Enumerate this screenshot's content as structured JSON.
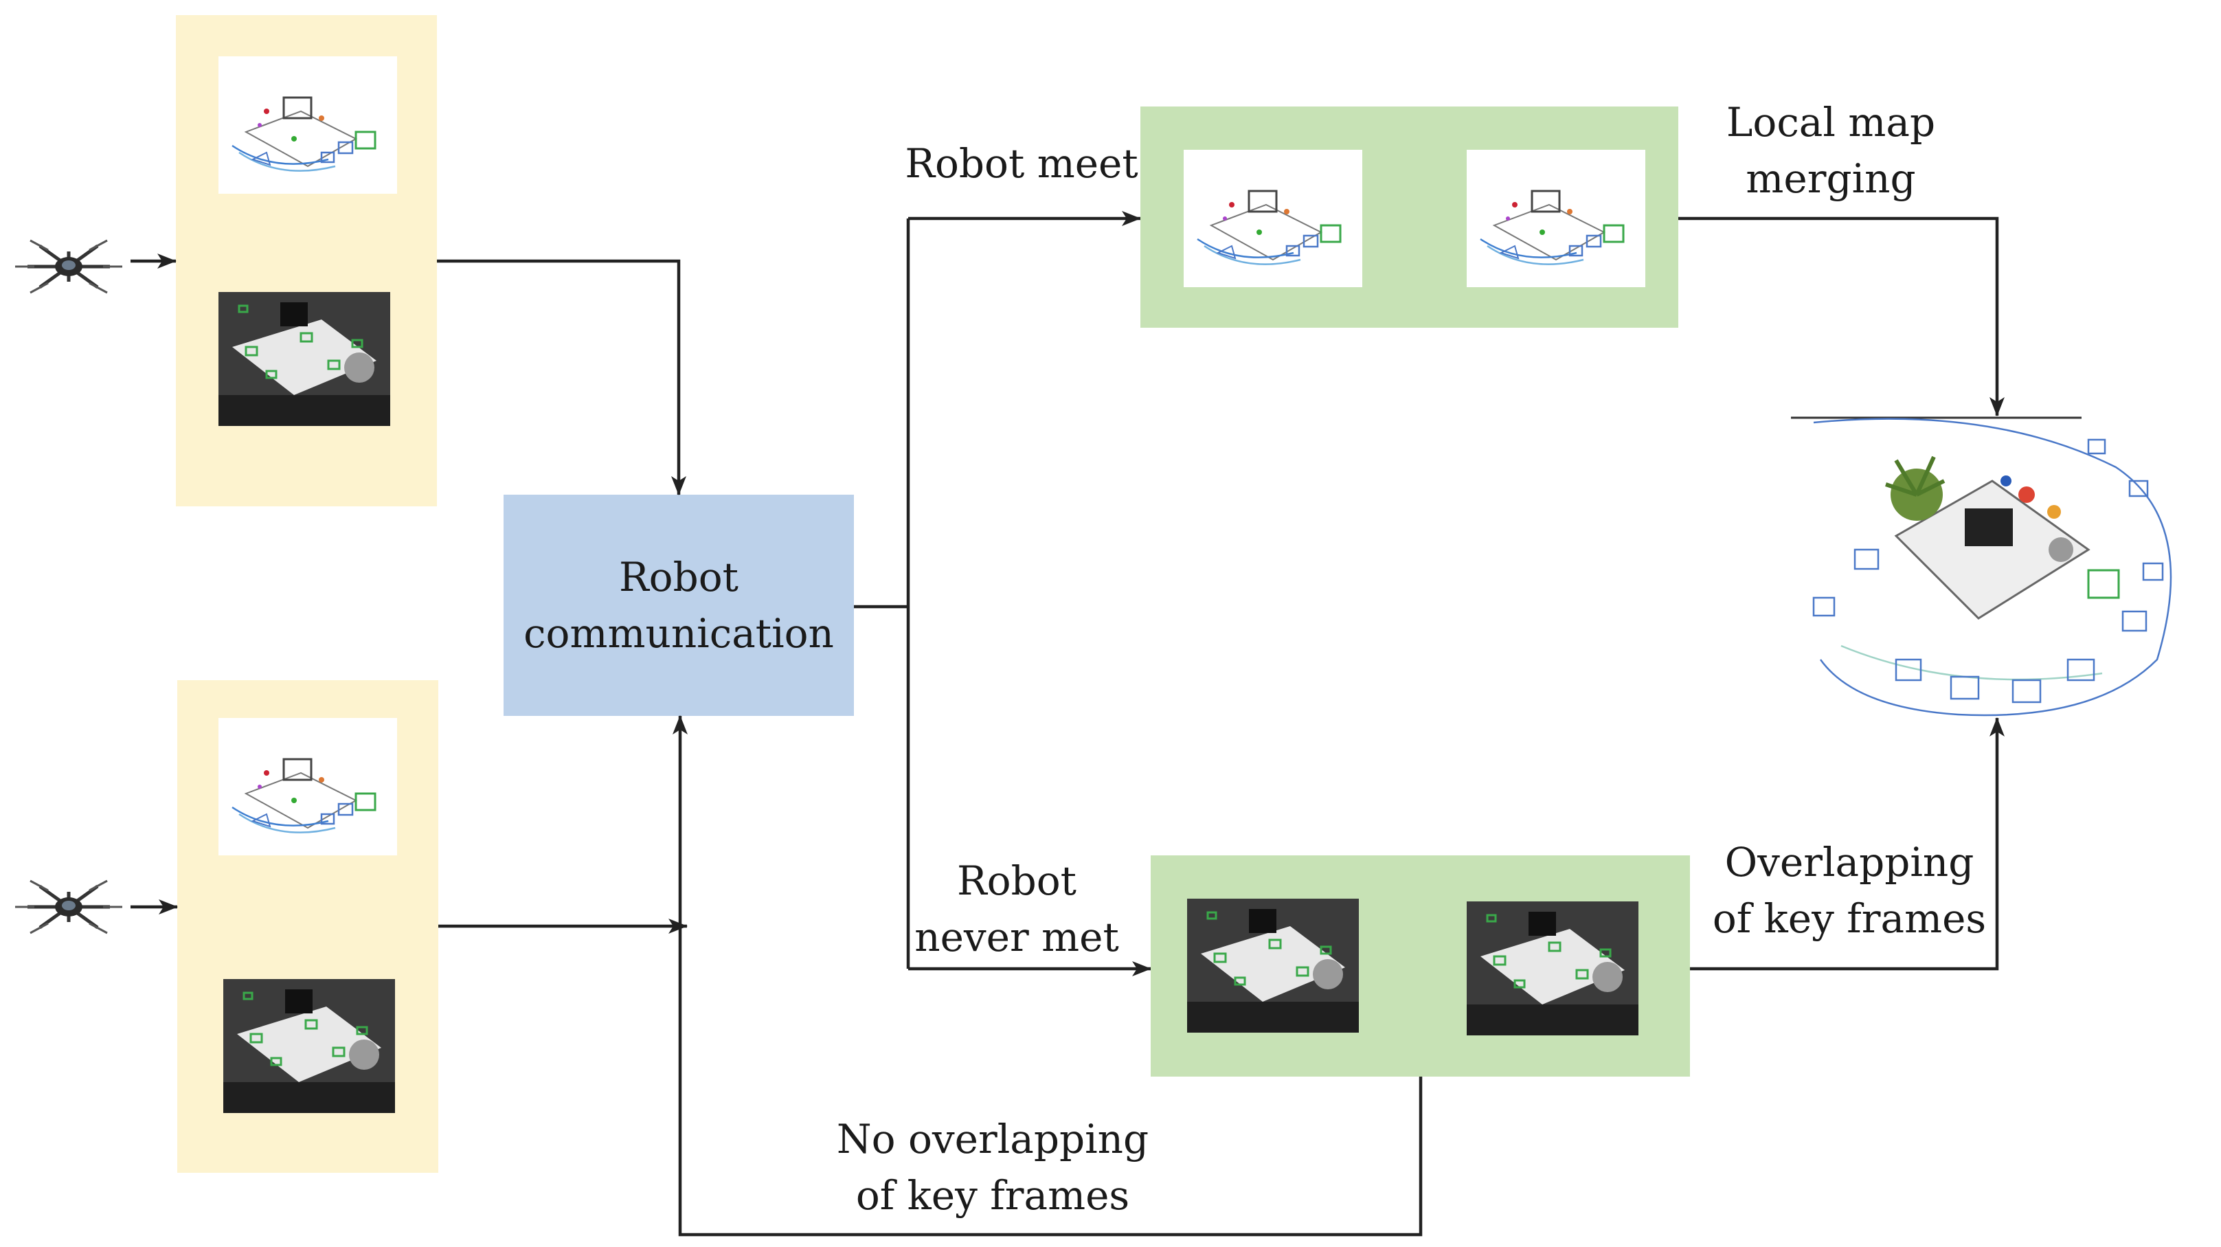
{
  "labels": {
    "robot_communication_line1": "Robot",
    "robot_communication_line2": "communication",
    "robot_meet": "Robot meet",
    "local_map_merging_line1": "Local map",
    "local_map_merging_line2": "merging",
    "robot_never_met_line1": "Robot",
    "robot_never_met_line2": "never met",
    "overlapping_line1": "Overlapping",
    "overlapping_line2": "of key frames",
    "no_overlapping_line1": "No overlapping",
    "no_overlapping_line2": "of key frames"
  },
  "colors": {
    "robot_panel": "#fdf3cf",
    "communication_box": "#bcd1ea",
    "merge_box": "#c7e2b5",
    "arrow": "#222222",
    "keyframe_green": "#3aa84a",
    "keyframe_blue": "#4a78c8"
  },
  "icons": [
    "drone-icon",
    "sparse-map-thumbnail",
    "camera-frame-thumbnail",
    "merged-map-image"
  ]
}
